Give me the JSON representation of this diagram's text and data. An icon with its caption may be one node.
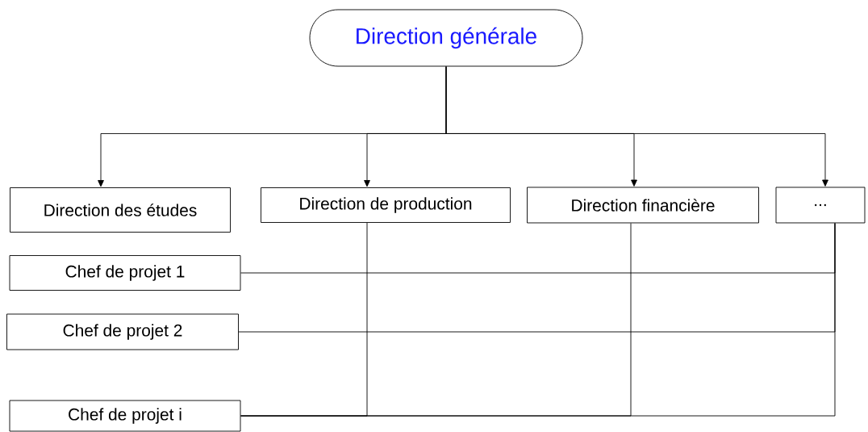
{
  "diagram": {
    "nodes": [
      {
        "text": [
          "Direction générale"
        ]
      },
      {
        "text": [
          "Direction des études"
        ]
      },
      {
        "text": [
          "Direction de production"
        ]
      },
      {
        "text": [
          "Direction financière"
        ]
      },
      {
        "text": [
          "..."
        ]
      },
      {
        "text": [
          "Chef de projet 1"
        ]
      },
      {
        "text": [
          "Chef de projet 2"
        ]
      },
      {
        "text": [
          "Chef de projet i"
        ]
      }
    ],
    "edges": [
      {
        "from": 0,
        "to": 1,
        "arrow": "to"
      },
      {
        "from": 0,
        "to": 2,
        "arrow": "to"
      },
      {
        "from": 0,
        "to": 3,
        "arrow": "to"
      },
      {
        "from": 0,
        "to": 4,
        "arrow": "to"
      },
      {
        "from": 5,
        "to": 4,
        "arrow": "none"
      },
      {
        "from": 6,
        "to": 4,
        "arrow": "none"
      },
      {
        "from": 2,
        "to": 7,
        "arrow": "none"
      },
      {
        "from": 3,
        "to": 7,
        "arrow": "none"
      },
      {
        "from": 4,
        "to": 7,
        "arrow": "none"
      }
    ]
  }
}
